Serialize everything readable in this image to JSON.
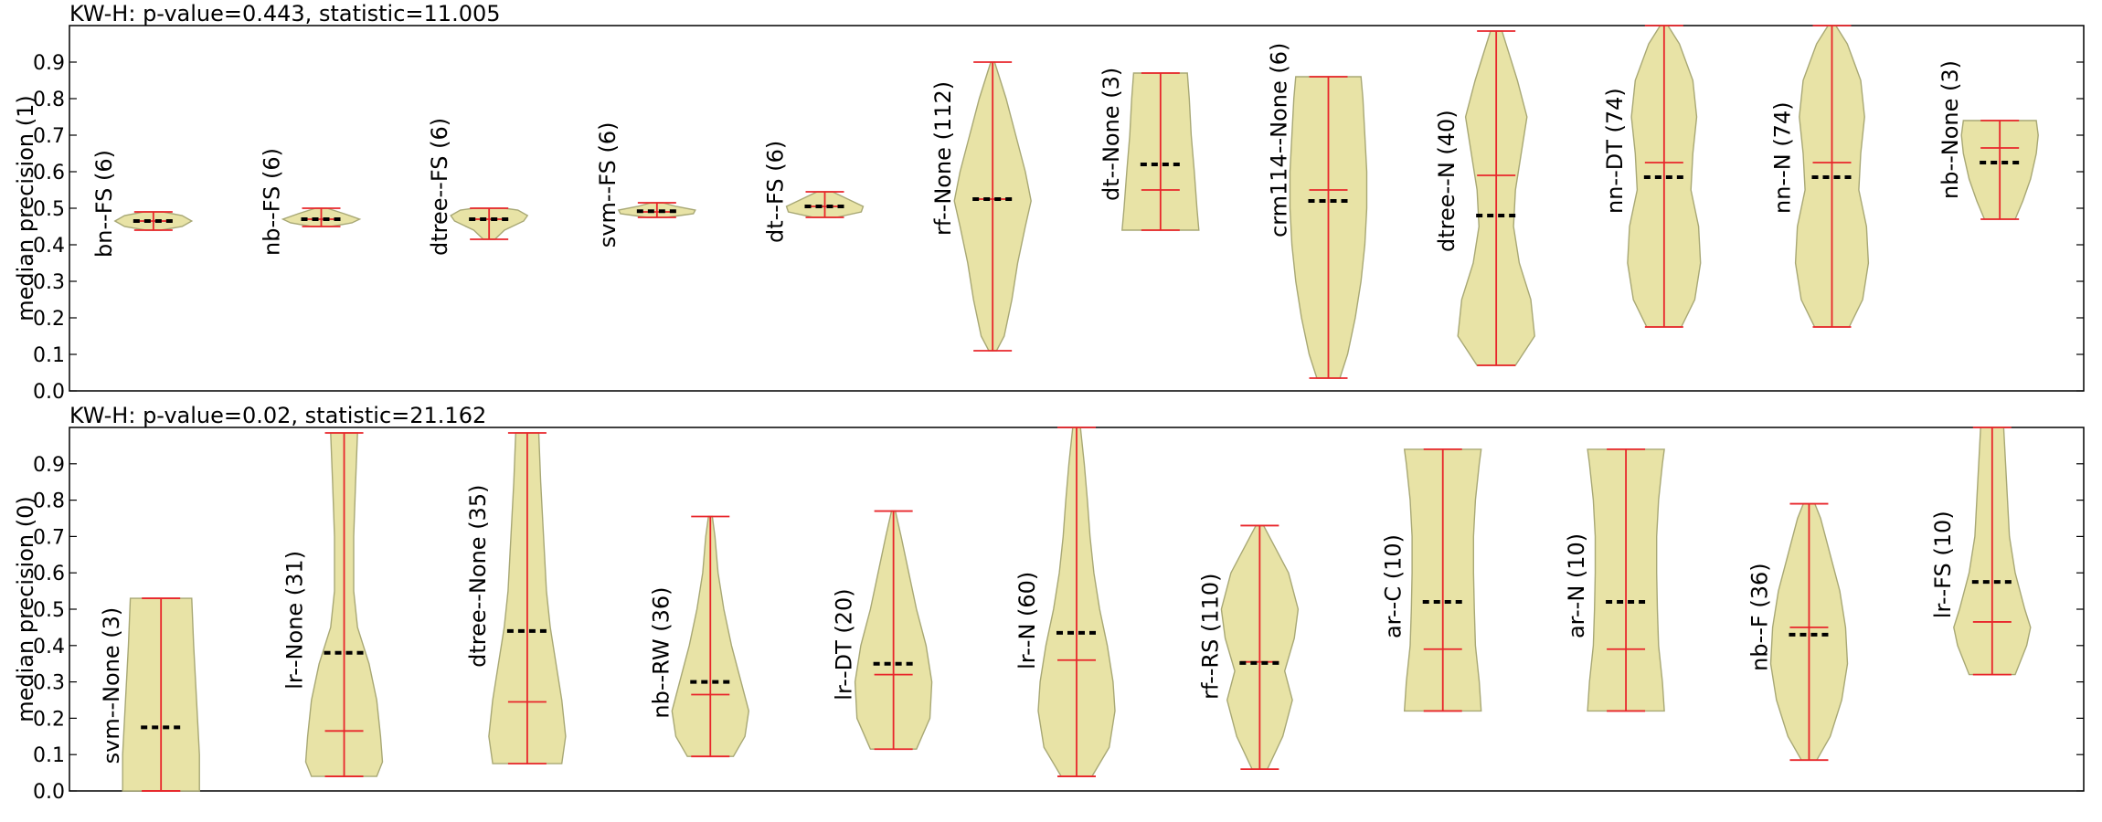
{
  "colors": {
    "violin_fill": "#e8e3a6",
    "violin_edge": "#a8a875",
    "range_line": "#e8262b",
    "mean_dash": "#000000",
    "axes": "#000000"
  },
  "chart_data": [
    {
      "type": "violin",
      "title": "KW-H: p-value=0.443, statistic=11.005",
      "ylabel": "median precision (1)",
      "ylim": [
        0,
        1.0
      ],
      "yticks": [
        "0.0",
        "0.1",
        "0.2",
        "0.3",
        "0.4",
        "0.5",
        "0.6",
        "0.7",
        "0.8",
        "0.9"
      ],
      "grid": false,
      "violins": [
        {
          "label": "bn--FS (6)",
          "min": 0.44,
          "max": 0.49,
          "median": 0.465,
          "mean": 0.465,
          "shape": [
            [
              0.44,
              0.2
            ],
            [
              0.45,
              0.75
            ],
            [
              0.465,
              1.0
            ],
            [
              0.48,
              0.75
            ],
            [
              0.49,
              0.25
            ]
          ]
        },
        {
          "label": "nb--FS (6)",
          "min": 0.45,
          "max": 0.5,
          "median": 0.47,
          "mean": 0.47,
          "shape": [
            [
              0.45,
              0.25
            ],
            [
              0.46,
              0.8
            ],
            [
              0.47,
              1.0
            ],
            [
              0.485,
              0.6
            ],
            [
              0.5,
              0.15
            ]
          ]
        },
        {
          "label": "dtree--FS (6)",
          "min": 0.415,
          "max": 0.5,
          "median": 0.47,
          "mean": 0.47,
          "shape": [
            [
              0.415,
              0.15
            ],
            [
              0.44,
              0.4
            ],
            [
              0.465,
              0.9
            ],
            [
              0.48,
              1.0
            ],
            [
              0.495,
              0.75
            ],
            [
              0.5,
              0.4
            ]
          ]
        },
        {
          "label": "svm--FS (6)",
          "min": 0.475,
          "max": 0.515,
          "median": 0.49,
          "mean": 0.492,
          "shape": [
            [
              0.475,
              0.25
            ],
            [
              0.485,
              0.95
            ],
            [
              0.495,
              1.0
            ],
            [
              0.505,
              0.5
            ],
            [
              0.515,
              0.15
            ]
          ]
        },
        {
          "label": "dt--FS (6)",
          "min": 0.475,
          "max": 0.545,
          "median": 0.505,
          "mean": 0.505,
          "shape": [
            [
              0.475,
              0.3
            ],
            [
              0.49,
              0.95
            ],
            [
              0.505,
              1.0
            ],
            [
              0.525,
              0.6
            ],
            [
              0.545,
              0.2
            ]
          ]
        },
        {
          "label": "rf--None (112)",
          "min": 0.11,
          "max": 0.9,
          "median": 0.525,
          "mean": 0.525,
          "shape": [
            [
              0.11,
              0.1
            ],
            [
              0.15,
              0.3
            ],
            [
              0.25,
              0.5
            ],
            [
              0.35,
              0.65
            ],
            [
              0.45,
              0.85
            ],
            [
              0.52,
              1.0
            ],
            [
              0.6,
              0.85
            ],
            [
              0.7,
              0.6
            ],
            [
              0.8,
              0.35
            ],
            [
              0.9,
              0.05
            ]
          ]
        },
        {
          "label": "dt--None (3)",
          "min": 0.44,
          "max": 0.87,
          "median": 0.55,
          "mean": 0.62,
          "shape": [
            [
              0.44,
              1.0
            ],
            [
              0.5,
              0.95
            ],
            [
              0.6,
              0.88
            ],
            [
              0.7,
              0.8
            ],
            [
              0.8,
              0.75
            ],
            [
              0.87,
              0.7
            ]
          ]
        },
        {
          "label": "crm114--None (6)",
          "min": 0.035,
          "max": 0.86,
          "median": 0.55,
          "mean": 0.52,
          "shape": [
            [
              0.035,
              0.3
            ],
            [
              0.1,
              0.5
            ],
            [
              0.2,
              0.7
            ],
            [
              0.3,
              0.85
            ],
            [
              0.4,
              0.95
            ],
            [
              0.5,
              1.0
            ],
            [
              0.6,
              1.0
            ],
            [
              0.7,
              0.95
            ],
            [
              0.8,
              0.9
            ],
            [
              0.86,
              0.85
            ]
          ]
        },
        {
          "label": "dtree--N (40)",
          "min": 0.07,
          "max": 0.985,
          "median": 0.59,
          "mean": 0.48,
          "shape": [
            [
              0.07,
              0.5
            ],
            [
              0.15,
              1.0
            ],
            [
              0.25,
              0.9
            ],
            [
              0.35,
              0.6
            ],
            [
              0.45,
              0.45
            ],
            [
              0.55,
              0.5
            ],
            [
              0.65,
              0.65
            ],
            [
              0.75,
              0.8
            ],
            [
              0.85,
              0.55
            ],
            [
              0.985,
              0.15
            ]
          ]
        },
        {
          "label": "nn--DT (74)",
          "min": 0.175,
          "max": 1.0,
          "median": 0.625,
          "mean": 0.585,
          "shape": [
            [
              0.175,
              0.45
            ],
            [
              0.25,
              0.8
            ],
            [
              0.35,
              0.95
            ],
            [
              0.45,
              0.9
            ],
            [
              0.55,
              0.7
            ],
            [
              0.65,
              0.75
            ],
            [
              0.75,
              0.85
            ],
            [
              0.85,
              0.75
            ],
            [
              0.95,
              0.4
            ],
            [
              1.0,
              0.1
            ]
          ]
        },
        {
          "label": "nn--N (74)",
          "min": 0.175,
          "max": 1.0,
          "median": 0.625,
          "mean": 0.585,
          "shape": [
            [
              0.175,
              0.45
            ],
            [
              0.25,
              0.8
            ],
            [
              0.35,
              0.95
            ],
            [
              0.45,
              0.9
            ],
            [
              0.55,
              0.7
            ],
            [
              0.65,
              0.75
            ],
            [
              0.75,
              0.85
            ],
            [
              0.85,
              0.75
            ],
            [
              0.95,
              0.4
            ],
            [
              1.0,
              0.1
            ]
          ]
        },
        {
          "label": "nb--None (3)",
          "min": 0.47,
          "max": 0.74,
          "median": 0.665,
          "mean": 0.625,
          "shape": [
            [
              0.47,
              0.4
            ],
            [
              0.52,
              0.6
            ],
            [
              0.58,
              0.8
            ],
            [
              0.65,
              0.95
            ],
            [
              0.7,
              1.0
            ],
            [
              0.74,
              0.95
            ]
          ]
        }
      ]
    },
    {
      "type": "violin",
      "title": "KW-H: p-value=0.02, statistic=21.162",
      "ylabel": "median precision (0)",
      "ylim": [
        0,
        1.0
      ],
      "yticks": [
        "0.0",
        "0.1",
        "0.2",
        "0.3",
        "0.4",
        "0.5",
        "0.6",
        "0.7",
        "0.8",
        "0.9"
      ],
      "grid": false,
      "violins": [
        {
          "label": "svm--None (3)",
          "min": 0.0,
          "max": 0.53,
          "median": 0.0,
          "mean": 0.175,
          "shape": [
            [
              0.0,
              1.0
            ],
            [
              0.1,
              1.0
            ],
            [
              0.2,
              0.95
            ],
            [
              0.3,
              0.9
            ],
            [
              0.4,
              0.85
            ],
            [
              0.53,
              0.8
            ]
          ]
        },
        {
          "label": "lr--None (31)",
          "min": 0.04,
          "max": 0.985,
          "median": 0.165,
          "mean": 0.38,
          "shape": [
            [
              0.04,
              0.85
            ],
            [
              0.08,
              1.0
            ],
            [
              0.15,
              0.95
            ],
            [
              0.25,
              0.85
            ],
            [
              0.35,
              0.65
            ],
            [
              0.45,
              0.35
            ],
            [
              0.55,
              0.25
            ],
            [
              0.7,
              0.25
            ],
            [
              0.85,
              0.3
            ],
            [
              0.985,
              0.35
            ]
          ]
        },
        {
          "label": "dtree--None (35)",
          "min": 0.075,
          "max": 0.985,
          "median": 0.245,
          "mean": 0.44,
          "shape": [
            [
              0.075,
              0.9
            ],
            [
              0.15,
              1.0
            ],
            [
              0.25,
              0.9
            ],
            [
              0.35,
              0.75
            ],
            [
              0.45,
              0.6
            ],
            [
              0.55,
              0.5
            ],
            [
              0.65,
              0.45
            ],
            [
              0.75,
              0.4
            ],
            [
              0.85,
              0.35
            ],
            [
              0.985,
              0.3
            ]
          ]
        },
        {
          "label": "nb--RW (36)",
          "min": 0.095,
          "max": 0.755,
          "median": 0.265,
          "mean": 0.3,
          "shape": [
            [
              0.095,
              0.6
            ],
            [
              0.15,
              0.9
            ],
            [
              0.22,
              1.0
            ],
            [
              0.3,
              0.8
            ],
            [
              0.4,
              0.55
            ],
            [
              0.5,
              0.35
            ],
            [
              0.6,
              0.2
            ],
            [
              0.7,
              0.12
            ],
            [
              0.755,
              0.05
            ]
          ]
        },
        {
          "label": "lr--DT (20)",
          "min": 0.115,
          "max": 0.77,
          "median": 0.32,
          "mean": 0.35,
          "shape": [
            [
              0.115,
              0.6
            ],
            [
              0.2,
              0.95
            ],
            [
              0.3,
              1.0
            ],
            [
              0.4,
              0.85
            ],
            [
              0.5,
              0.6
            ],
            [
              0.6,
              0.4
            ],
            [
              0.7,
              0.2
            ],
            [
              0.77,
              0.05
            ]
          ]
        },
        {
          "label": "lr--N (60)",
          "min": 0.04,
          "max": 1.0,
          "median": 0.36,
          "mean": 0.435,
          "shape": [
            [
              0.04,
              0.4
            ],
            [
              0.12,
              0.85
            ],
            [
              0.22,
              1.0
            ],
            [
              0.3,
              0.95
            ],
            [
              0.4,
              0.8
            ],
            [
              0.5,
              0.6
            ],
            [
              0.6,
              0.45
            ],
            [
              0.7,
              0.35
            ],
            [
              0.8,
              0.28
            ],
            [
              0.9,
              0.2
            ],
            [
              1.0,
              0.1
            ]
          ]
        },
        {
          "label": "rf--RS (110)",
          "min": 0.06,
          "max": 0.73,
          "median": 0.355,
          "mean": 0.352,
          "shape": [
            [
              0.06,
              0.2
            ],
            [
              0.15,
              0.6
            ],
            [
              0.25,
              0.85
            ],
            [
              0.33,
              0.65
            ],
            [
              0.42,
              0.9
            ],
            [
              0.5,
              1.0
            ],
            [
              0.6,
              0.75
            ],
            [
              0.7,
              0.25
            ],
            [
              0.73,
              0.1
            ]
          ]
        },
        {
          "label": "ar--C (10)",
          "min": 0.22,
          "max": 0.94,
          "median": 0.39,
          "mean": 0.52,
          "shape": [
            [
              0.22,
              1.0
            ],
            [
              0.3,
              0.95
            ],
            [
              0.4,
              0.85
            ],
            [
              0.5,
              0.82
            ],
            [
              0.6,
              0.8
            ],
            [
              0.7,
              0.8
            ],
            [
              0.8,
              0.85
            ],
            [
              0.9,
              0.95
            ],
            [
              0.94,
              1.0
            ]
          ]
        },
        {
          "label": "ar--N (10)",
          "min": 0.22,
          "max": 0.94,
          "median": 0.39,
          "mean": 0.52,
          "shape": [
            [
              0.22,
              1.0
            ],
            [
              0.3,
              0.95
            ],
            [
              0.4,
              0.85
            ],
            [
              0.5,
              0.82
            ],
            [
              0.6,
              0.8
            ],
            [
              0.7,
              0.8
            ],
            [
              0.8,
              0.85
            ],
            [
              0.9,
              0.95
            ],
            [
              0.94,
              1.0
            ]
          ]
        },
        {
          "label": "nb--F (36)",
          "min": 0.085,
          "max": 0.79,
          "median": 0.45,
          "mean": 0.43,
          "shape": [
            [
              0.085,
              0.2
            ],
            [
              0.15,
              0.55
            ],
            [
              0.25,
              0.85
            ],
            [
              0.35,
              1.0
            ],
            [
              0.45,
              0.95
            ],
            [
              0.55,
              0.8
            ],
            [
              0.65,
              0.55
            ],
            [
              0.75,
              0.3
            ],
            [
              0.79,
              0.15
            ]
          ]
        },
        {
          "label": "lr--FS (10)",
          "min": 0.32,
          "max": 1.0,
          "median": 0.465,
          "mean": 0.575,
          "shape": [
            [
              0.32,
              0.6
            ],
            [
              0.4,
              0.9
            ],
            [
              0.45,
              1.0
            ],
            [
              0.5,
              0.85
            ],
            [
              0.6,
              0.6
            ],
            [
              0.7,
              0.45
            ],
            [
              0.8,
              0.4
            ],
            [
              0.9,
              0.35
            ],
            [
              1.0,
              0.3
            ]
          ]
        }
      ]
    }
  ]
}
